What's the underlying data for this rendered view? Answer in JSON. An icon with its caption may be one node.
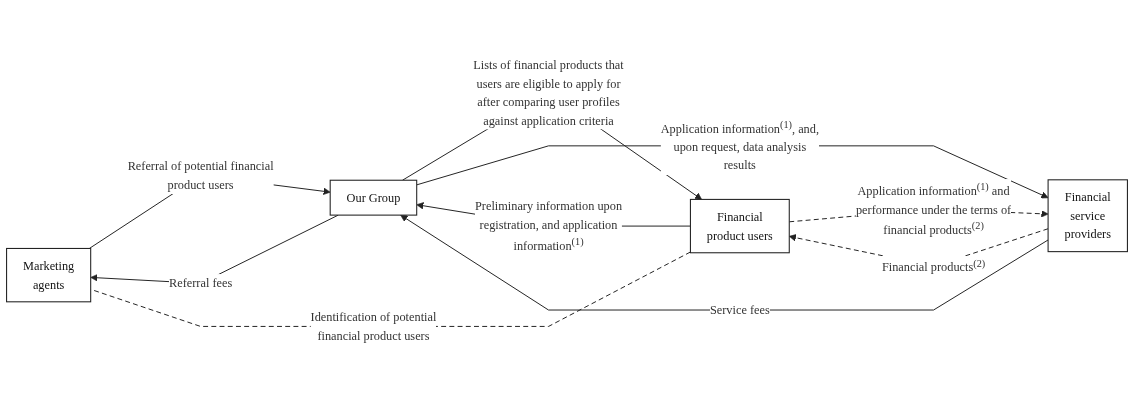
{
  "diagram": {
    "nodes": [
      {
        "text": [
          "Marketing agents"
        ]
      },
      {
        "text": [
          "Financial product users"
        ]
      },
      {
        "text": [
          "Our Group"
        ]
      },
      {
        "text": [
          "Financial service providers"
        ]
      }
    ],
    "edges": [
      {
        "from": 1,
        "to": 0,
        "arrow": "none",
        "style": "dashed",
        "label": "Identification of potential financial product users"
      },
      {
        "from": 0,
        "to": 2,
        "arrow": "to",
        "label": "Referral of potential financial product users"
      },
      {
        "from": 2,
        "to": 0,
        "arrow": "to",
        "label": "Referral fees"
      },
      {
        "from": 1,
        "to": 2,
        "arrow": "to",
        "label": "Preliminary information upon registration, and application information$^{(1)}$"
      },
      {
        "from": 2,
        "to": 1,
        "arrow": "to",
        "label": "Lists of financial products that users are eligible to apply for after comparing user profiles against application criteria"
      },
      {
        "from": 2,
        "to": 3,
        "arrow": "to",
        "label": "Application information$^{(1)}$, and, upon request, data analysis results"
      },
      {
        "from": 3,
        "to": 2,
        "arrow": "to",
        "label": "Service fees"
      },
      {
        "from": 3,
        "to": 1,
        "arrow": "to",
        "style": "dashed",
        "label": "Financial products$^{(2)}$"
      },
      {
        "from": 1,
        "to": 3,
        "arrow": "to",
        "style": "dashed",
        "label": "Application information$^{(1)}$ and performance under the terms of financial products$^{(2)}$"
      }
    ]
  }
}
